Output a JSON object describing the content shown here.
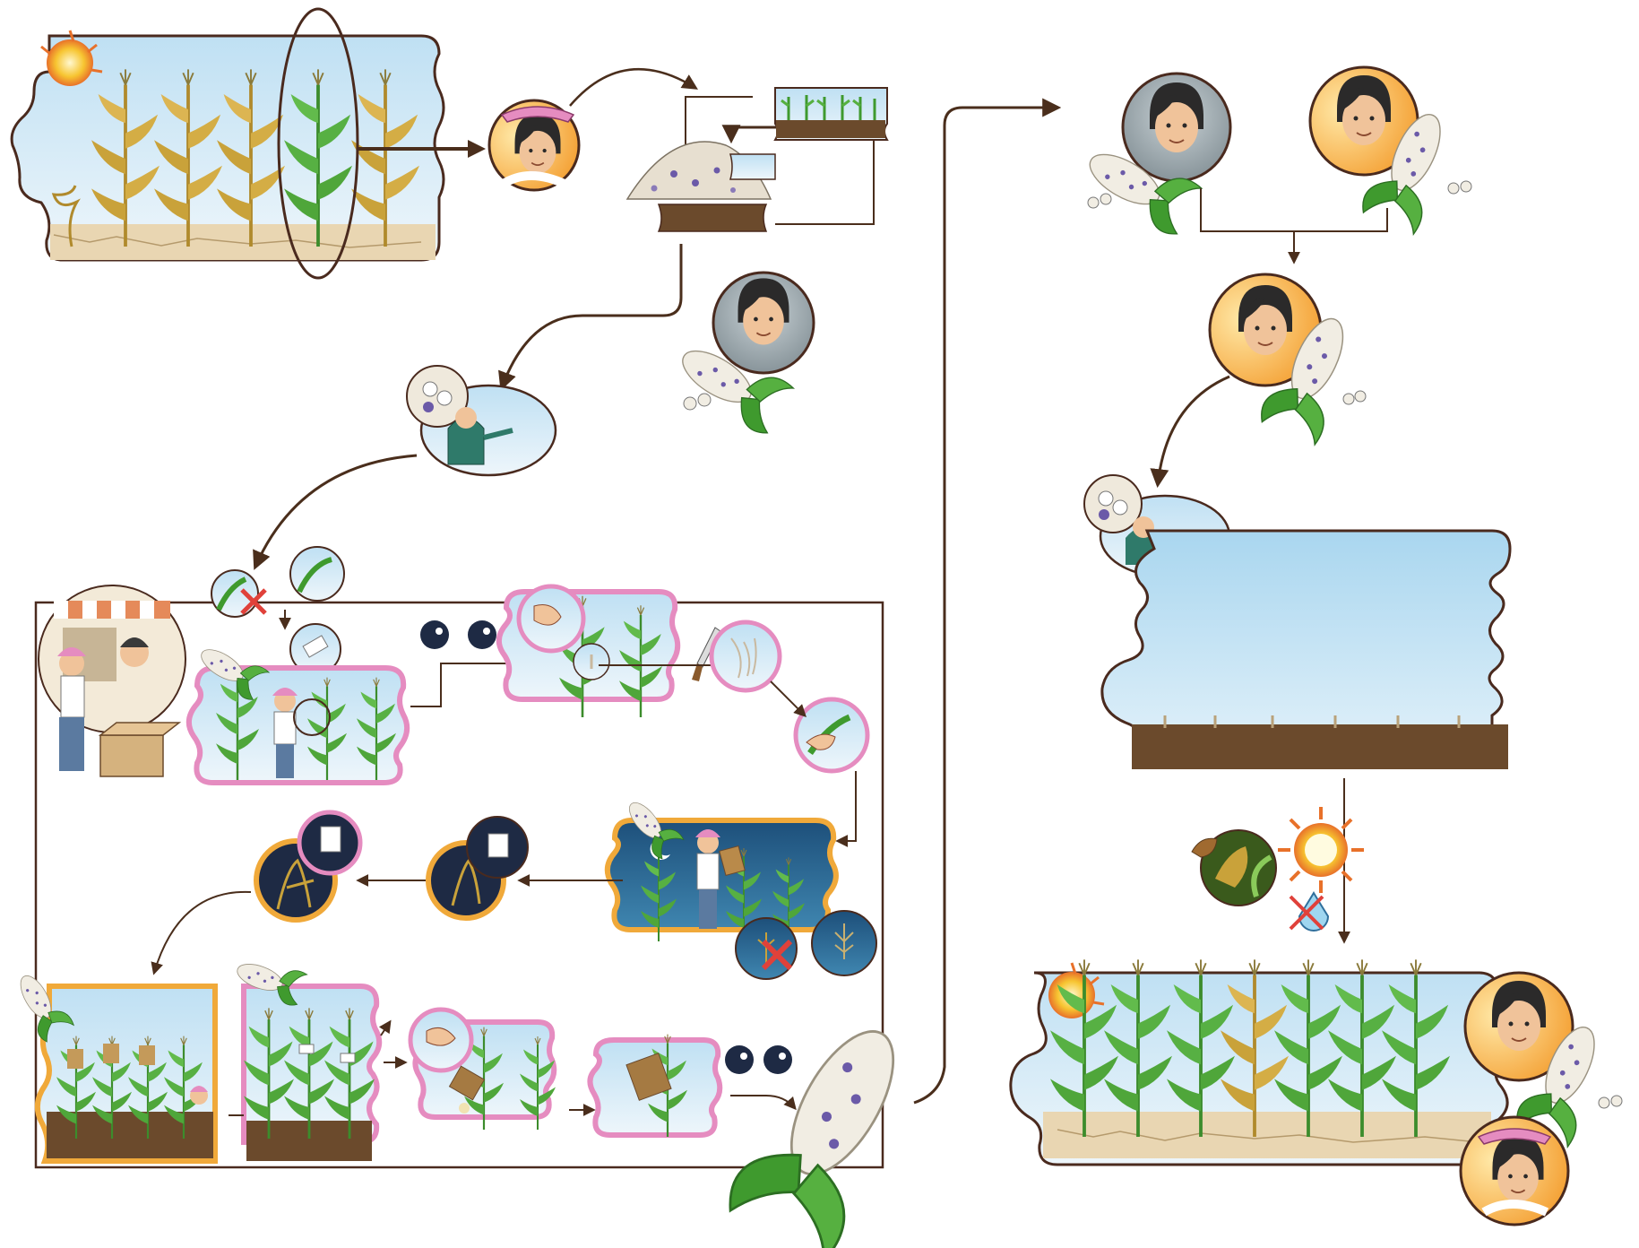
{
  "diagram": {
    "kind": "illustrated-process-flow",
    "text_labels": [],
    "colors": {
      "arrow": "#4a2e1c",
      "panel_outline": "#4a2a1e",
      "sky_top": "#cfe6f5",
      "sky_bottom": "#eaf4fa",
      "soil": "#6b4a2c",
      "dry_ground": "#e9d6b2",
      "plant_green": "#3f9a2e",
      "plant_dry": "#c9a23a",
      "pink_frame": "#e58cc0",
      "orange_frame": "#f0a93a",
      "night_sky": "#2d6f9c",
      "cross": "#e0413a",
      "sun": "#f7c531",
      "cob": "#f1ede3",
      "cob_kernel_purple": "#6b5aa8"
    },
    "stages": [
      {
        "id": "drought-field",
        "icon": "dry-maize-field-with-one-green-plant-circled"
      },
      {
        "id": "farmer-selects",
        "icon": "farmer-portrait-sunny"
      },
      {
        "id": "seed-bulk",
        "icon": "seed-pile-with-seedlings"
      },
      {
        "id": "farmer-inspects-cob",
        "icon": "farmer-with-cob-portrait"
      },
      {
        "id": "sowing",
        "icon": "farmer-sowing-seeds"
      },
      {
        "id": "buy-materials",
        "icon": "farmer-at-shop"
      },
      {
        "id": "bag-tassel",
        "icon": "bagging-tassel"
      },
      {
        "id": "cut-and-pollinate",
        "icon": "cut-silk-and-pollinate"
      },
      {
        "id": "night-check",
        "icon": "night-field-check"
      },
      {
        "id": "harvest-bagged",
        "icon": "bagged-field-harvest"
      },
      {
        "id": "selected-cob",
        "icon": "large-maize-cob"
      },
      {
        "id": "compare-cobs",
        "icon": "two-farmer-portraits-with-cobs"
      },
      {
        "id": "chosen-cob",
        "icon": "happy-farmer-with-cob"
      },
      {
        "id": "new-sowing",
        "icon": "sky-panel-with-seedlings"
      },
      {
        "id": "stress-test",
        "icon": "pest-and-sun-icons"
      },
      {
        "id": "improved-field",
        "icon": "green-maize-field-one-dry-plant"
      }
    ]
  }
}
